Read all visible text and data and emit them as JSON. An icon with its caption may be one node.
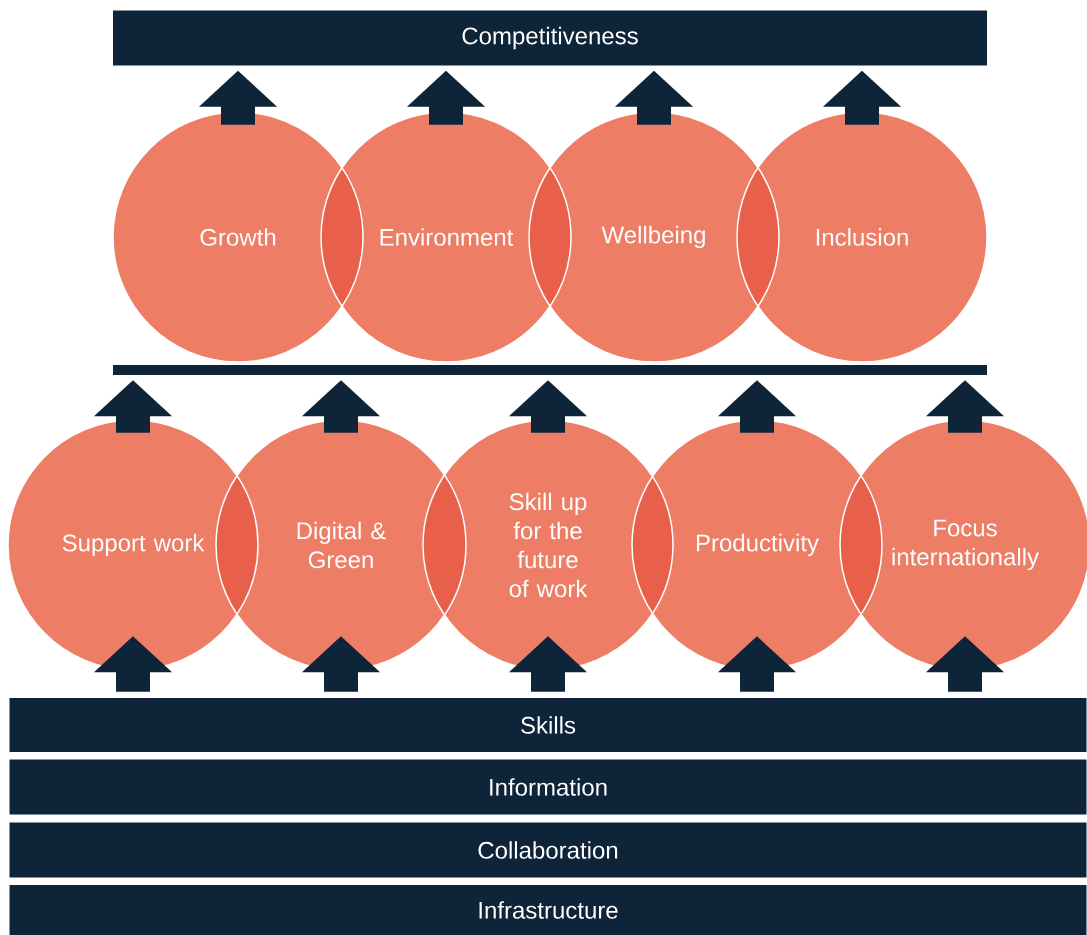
{
  "diagram": {
    "nodes": [
      {
        "text": [
          "Competitiveness"
        ]
      },
      {
        "text": [
          "Growth"
        ]
      },
      {
        "text": [
          "Environment"
        ]
      },
      {
        "text": [
          "Wellbeing"
        ]
      },
      {
        "text": [
          "Inclusion"
        ]
      },
      {
        "text": [],
        "shape": "bar"
      },
      {
        "text": [
          "Support work"
        ]
      },
      {
        "text": [
          "Digital & Green"
        ]
      },
      {
        "text": [
          "Skill up for the future of work"
        ]
      },
      {
        "text": [
          "Productivity"
        ]
      },
      {
        "text": [
          "Focus internationally"
        ]
      },
      {
        "text": [
          "Skills"
        ]
      },
      {
        "text": [
          "Information"
        ]
      },
      {
        "text": [
          "Collaboration"
        ]
      },
      {
        "text": [
          "Infrastructure"
        ]
      }
    ],
    "edges": [
      {
        "from": 1,
        "to": 0,
        "arrow": "to"
      },
      {
        "from": 2,
        "to": 0,
        "arrow": "to"
      },
      {
        "from": 3,
        "to": 0,
        "arrow": "to"
      },
      {
        "from": 4,
        "to": 0,
        "arrow": "to"
      },
      {
        "from": 6,
        "to": 5,
        "arrow": "to"
      },
      {
        "from": 7,
        "to": 5,
        "arrow": "to"
      },
      {
        "from": 8,
        "to": 5,
        "arrow": "to"
      },
      {
        "from": 9,
        "to": 5,
        "arrow": "to"
      },
      {
        "from": 10,
        "to": 5,
        "arrow": "to"
      },
      {
        "from": 11,
        "to": 6,
        "arrow": "to"
      },
      {
        "from": 11,
        "to": 7,
        "arrow": "to"
      },
      {
        "from": 11,
        "to": 8,
        "arrow": "to"
      },
      {
        "from": 11,
        "to": 9,
        "arrow": "to"
      },
      {
        "from": 11,
        "to": 10,
        "arrow": "to"
      }
    ]
  }
}
